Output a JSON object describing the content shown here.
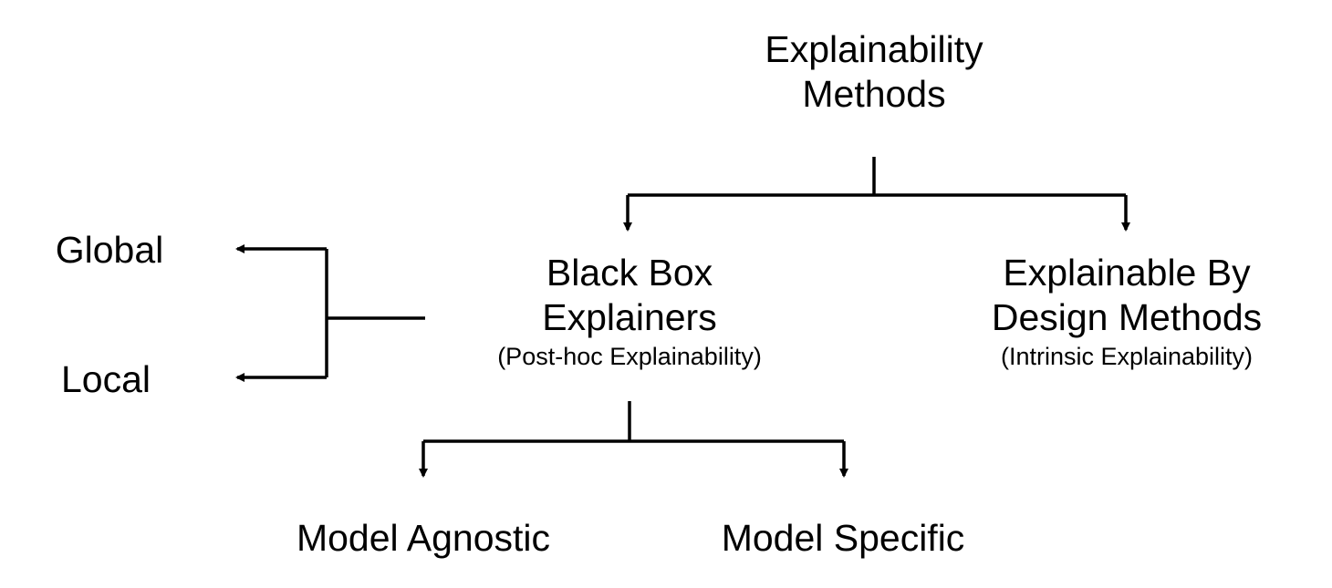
{
  "diagram": {
    "root": {
      "line1": "Explainability",
      "line2": "Methods"
    },
    "black_box": {
      "line1": "Black Box",
      "line2": "Explainers",
      "sub": "(Post-hoc Explainability)"
    },
    "by_design": {
      "line1": "Explainable By",
      "line2": "Design Methods",
      "sub": "(Intrinsic Explainability)"
    },
    "scope": {
      "global": "Global",
      "local": "Local"
    },
    "model": {
      "agnostic": "Model Agnostic",
      "specific": "Model Specific"
    },
    "colors": {
      "line": "#000000",
      "text": "#000000",
      "background": "#ffffff"
    }
  }
}
